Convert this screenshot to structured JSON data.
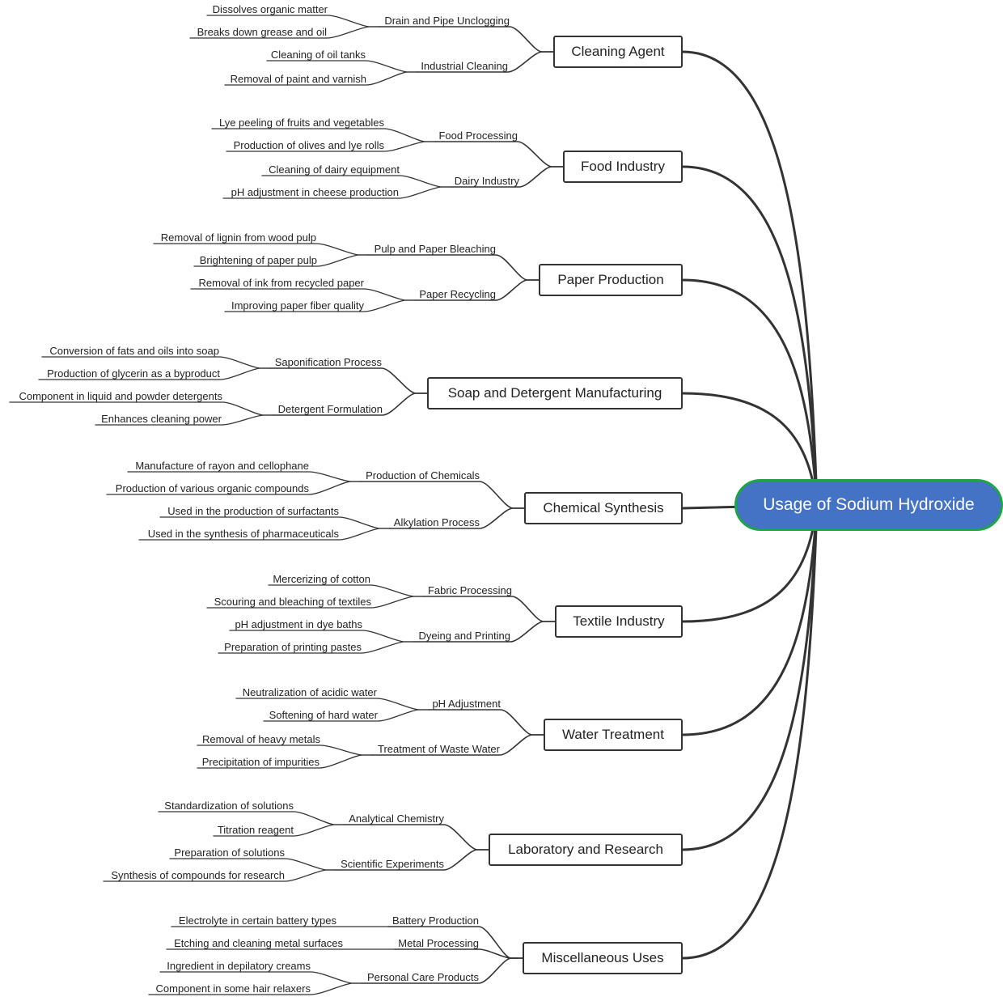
{
  "colors": {
    "root_fill": "#4472c4",
    "root_border": "#1ea444",
    "line": "#333333",
    "text": "#222222"
  },
  "root": {
    "label": "Usage of Sodium Hydroxide"
  },
  "branches": [
    {
      "label": "Cleaning Agent",
      "subs": [
        {
          "label": "Drain and Pipe Unclogging",
          "leaves": [
            "Dissolves organic matter",
            "Breaks down grease and oil"
          ]
        },
        {
          "label": "Industrial Cleaning",
          "leaves": [
            "Cleaning of oil tanks",
            "Removal of paint and varnish"
          ]
        }
      ]
    },
    {
      "label": "Food Industry",
      "subs": [
        {
          "label": "Food Processing",
          "leaves": [
            "Lye peeling of fruits and vegetables",
            "Production of olives and lye rolls"
          ]
        },
        {
          "label": "Dairy Industry",
          "leaves": [
            "Cleaning of dairy equipment",
            "pH adjustment in cheese production"
          ]
        }
      ]
    },
    {
      "label": "Paper Production",
      "subs": [
        {
          "label": "Pulp and Paper Bleaching",
          "leaves": [
            "Removal of lignin from wood pulp",
            "Brightening of paper pulp"
          ]
        },
        {
          "label": "Paper Recycling",
          "leaves": [
            "Removal of ink from recycled paper",
            "Improving paper fiber quality"
          ]
        }
      ]
    },
    {
      "label": "Soap and Detergent Manufacturing",
      "subs": [
        {
          "label": "Saponification Process",
          "leaves": [
            "Conversion of fats and oils into soap",
            "Production of glycerin as a byproduct"
          ]
        },
        {
          "label": "Detergent Formulation",
          "leaves": [
            "Component in liquid and powder detergents",
            "Enhances cleaning power"
          ]
        }
      ]
    },
    {
      "label": "Chemical Synthesis",
      "subs": [
        {
          "label": "Production of Chemicals",
          "leaves": [
            "Manufacture of rayon and cellophane",
            "Production of various organic compounds"
          ]
        },
        {
          "label": "Alkylation Process",
          "leaves": [
            "Used in the production of surfactants",
            "Used in the synthesis of pharmaceuticals"
          ]
        }
      ]
    },
    {
      "label": "Textile Industry",
      "subs": [
        {
          "label": "Fabric Processing",
          "leaves": [
            "Mercerizing of cotton",
            "Scouring and bleaching of textiles"
          ]
        },
        {
          "label": "Dyeing and Printing",
          "leaves": [
            "pH adjustment in dye baths",
            "Preparation of printing pastes"
          ]
        }
      ]
    },
    {
      "label": "Water Treatment",
      "subs": [
        {
          "label": "pH Adjustment",
          "leaves": [
            "Neutralization of acidic water",
            "Softening of hard water"
          ]
        },
        {
          "label": "Treatment of Waste Water",
          "leaves": [
            "Removal of heavy metals",
            "Precipitation of impurities"
          ]
        }
      ]
    },
    {
      "label": "Laboratory and Research",
      "subs": [
        {
          "label": "Analytical Chemistry",
          "leaves": [
            "Standardization of solutions",
            "Titration reagent"
          ]
        },
        {
          "label": "Scientific Experiments",
          "leaves": [
            "Preparation of solutions",
            "Synthesis of compounds for research"
          ]
        }
      ]
    },
    {
      "label": "Miscellaneous Uses",
      "subs": [
        {
          "label": "Battery Production",
          "leaves": [
            "Electrolyte in certain battery types"
          ]
        },
        {
          "label": "Metal Processing",
          "leaves": [
            "Etching and cleaning metal surfaces"
          ]
        },
        {
          "label": "Personal Care Products",
          "leaves": [
            "Ingredient in depilatory creams",
            "Component in some hair relaxers"
          ]
        }
      ]
    }
  ]
}
